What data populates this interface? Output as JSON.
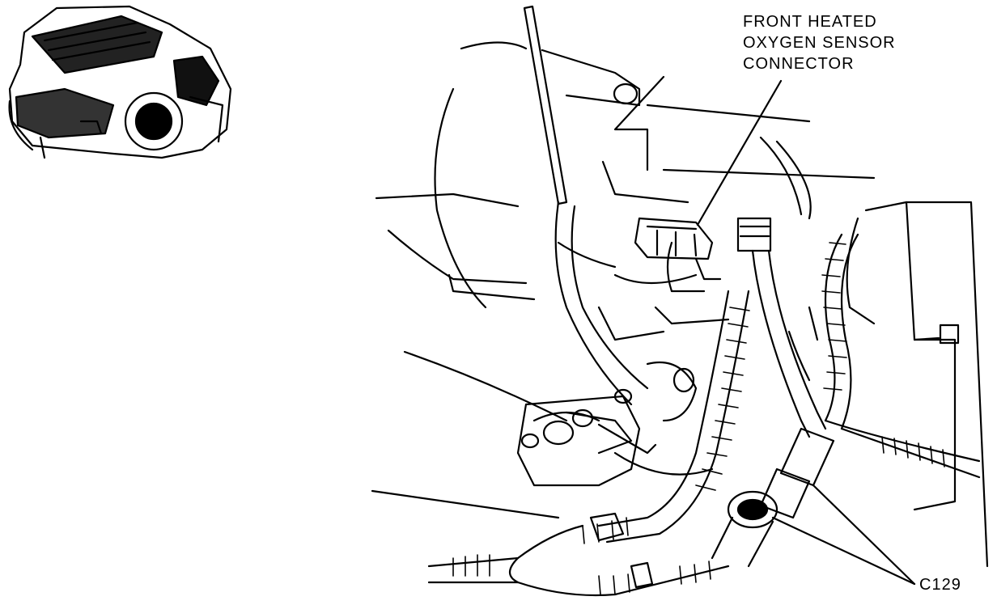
{
  "labels": {
    "front_heated_oxygen_sensor": [
      "FRONT HEATED",
      "OXYGEN SENSOR",
      "CONNECTOR"
    ],
    "c129": "C129"
  },
  "colors": {
    "ink": "#000000",
    "background": "#ffffff"
  }
}
